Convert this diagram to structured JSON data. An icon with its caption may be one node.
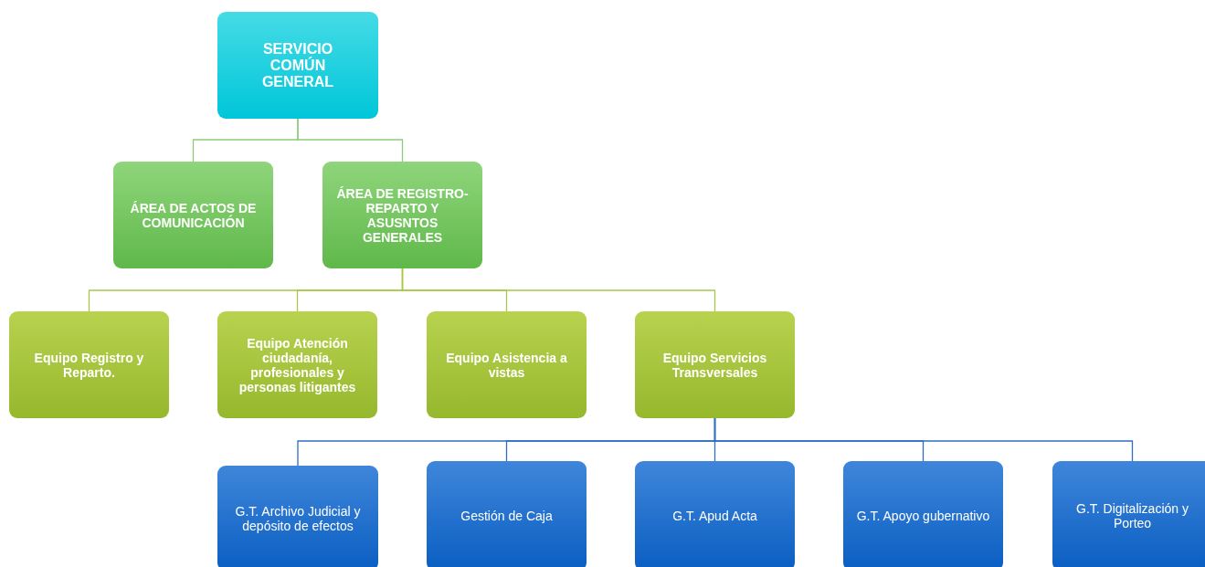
{
  "diagram": {
    "nodes": [
      {
        "text": [
          "SERVICIO COMÚN GENERAL"
        ]
      },
      {
        "text": [
          "ÁREA DE ACTOS DE COMUNICACIÓN"
        ]
      },
      {
        "text": [
          "ÁREA DE REGISTRO-REPARTO Y ASUSNTOS GENERALES"
        ]
      },
      {
        "text": [
          "Equipo Registro y Reparto."
        ]
      },
      {
        "text": [
          "Equipo Atención ciudadanía, profesionales y personas litigantes"
        ]
      },
      {
        "text": [
          "Equipo Asistencia a vistas"
        ]
      },
      {
        "text": [
          "Equipo Servicios Transversales"
        ]
      },
      {
        "text": [
          "G.T. Archivo Judicial y depósito de efectos"
        ]
      },
      {
        "text": [
          "Gestión de Caja"
        ]
      },
      {
        "text": [
          "G.T. Apud Acta"
        ]
      },
      {
        "text": [
          "G.T. Apoyo gubernativo"
        ]
      },
      {
        "text": [
          "G.T. Digitalización y Porteo"
        ]
      }
    ],
    "edges": [
      {
        "from": 0,
        "to": 1,
        "arrow": "none",
        "color": "#8ccb7a"
      },
      {
        "from": 0,
        "to": 2,
        "arrow": "none",
        "color": "#8ccb7a"
      },
      {
        "from": 2,
        "to": 3,
        "arrow": "none",
        "color": "#a9c74a"
      },
      {
        "from": 2,
        "to": 4,
        "arrow": "none",
        "color": "#a9c74a"
      },
      {
        "from": 2,
        "to": 5,
        "arrow": "none",
        "color": "#a9c74a"
      },
      {
        "from": 2,
        "to": 6,
        "arrow": "none",
        "color": "#a9c74a"
      },
      {
        "from": 6,
        "to": 7,
        "arrow": "none",
        "color": "#2e6fc0"
      },
      {
        "from": 6,
        "to": 8,
        "arrow": "none",
        "color": "#2e6fc0"
      },
      {
        "from": 6,
        "to": 9,
        "arrow": "none",
        "color": "#2e6fc0"
      },
      {
        "from": 6,
        "to": 10,
        "arrow": "none",
        "color": "#2e6fc0"
      },
      {
        "from": 6,
        "to": 11,
        "arrow": "none",
        "color": "#2e6fc0"
      }
    ]
  }
}
